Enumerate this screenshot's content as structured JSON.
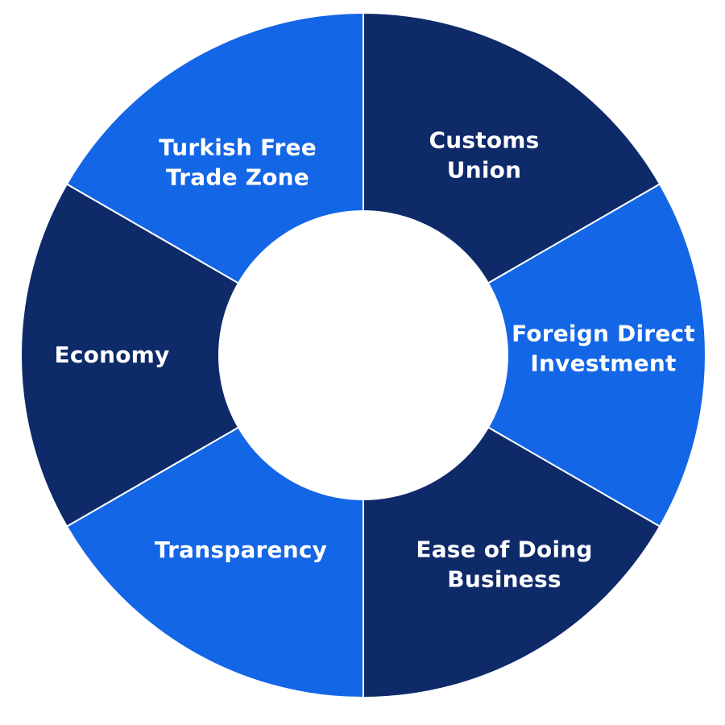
{
  "wheel": {
    "colors": {
      "dark": "#0e2a69",
      "bright": "#1366e6",
      "divider": "#ffffff",
      "hole": "#ffffff"
    },
    "segments": [
      {
        "id": "customs-union",
        "lines": [
          "Customs",
          "Union"
        ],
        "tone": "dark"
      },
      {
        "id": "foreign-direct-investment",
        "lines": [
          "Foreign Direct",
          "Investment"
        ],
        "tone": "bright"
      },
      {
        "id": "ease-of-doing-business",
        "lines": [
          "Ease of Doing",
          "Business"
        ],
        "tone": "dark"
      },
      {
        "id": "transparency",
        "lines": [
          "Transparency"
        ],
        "tone": "bright"
      },
      {
        "id": "economy",
        "lines": [
          "Economy"
        ],
        "tone": "dark"
      },
      {
        "id": "turkish-free-trade-zone",
        "lines": [
          "Turkish Free",
          "Trade Zone"
        ],
        "tone": "bright"
      }
    ]
  }
}
